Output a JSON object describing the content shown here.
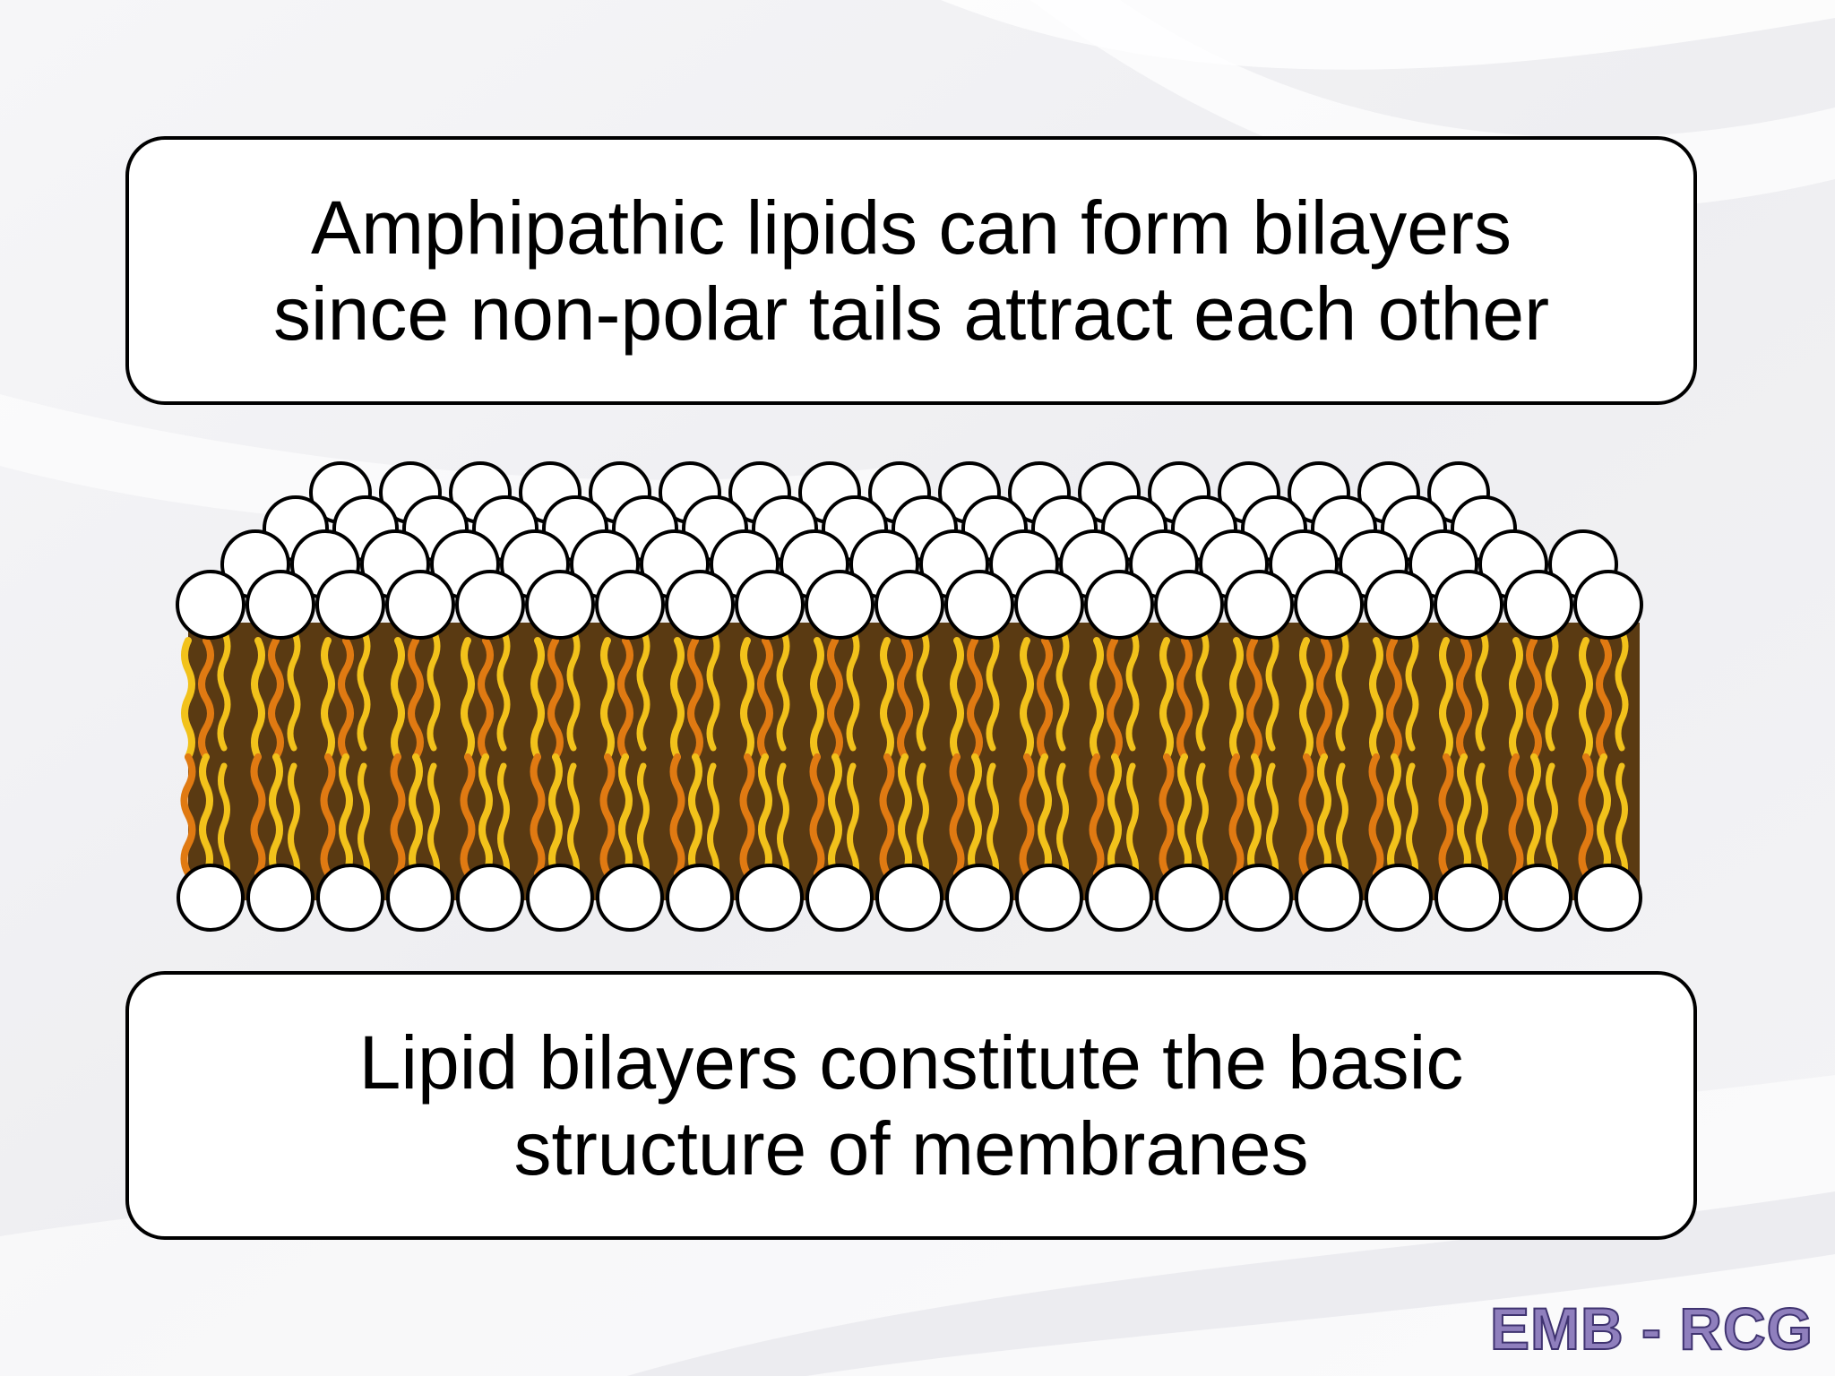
{
  "slide": {
    "top_caption": {
      "line1": "Amphipathic lipids can form bilayers",
      "line2": "since non-polar tails attract each other"
    },
    "bottom_caption": {
      "line1": "Lipid bilayers constitute the basic",
      "line2": "structure of membranes"
    },
    "watermark": "EMB - RCG"
  },
  "colors": {
    "head_fill": "#ffffff",
    "head_outline": "#000000",
    "tail_yellow": "#f2c21b",
    "tail_orange": "#e07a12",
    "core_dark": "#5a3a12",
    "watermark": "#8f7fbd"
  }
}
